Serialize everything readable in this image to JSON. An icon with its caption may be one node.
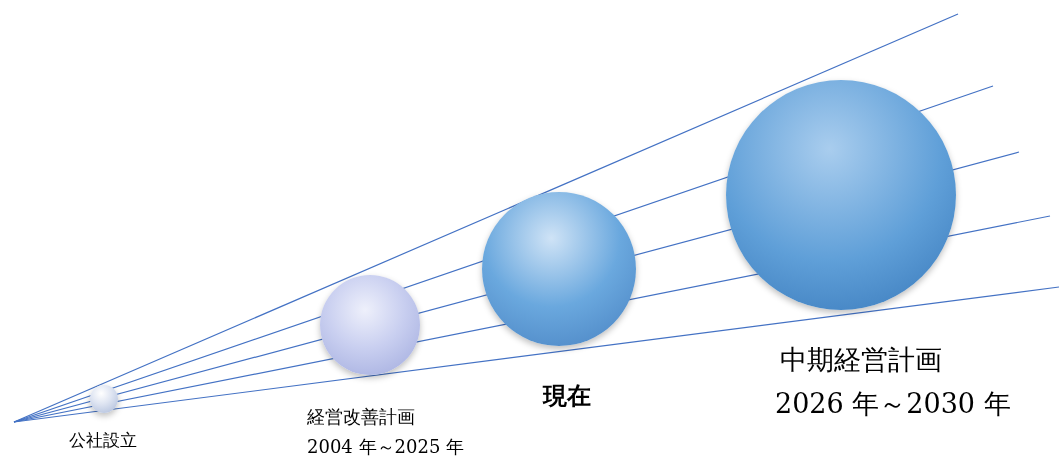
{
  "diagram": {
    "nodes": [
      {
        "text": [],
        "shape": "circle",
        "beside": [
          "公社設立"
        ]
      },
      {
        "text": [],
        "shape": "circle",
        "beside": [
          "経営改善計画",
          "2004 年～2025 年"
        ]
      },
      {
        "text": [],
        "shape": "circle",
        "beside": [
          "現在"
        ]
      },
      {
        "text": [],
        "shape": "circle",
        "beside": [
          "中期経営計画",
          "2026 年～2030 年"
        ]
      }
    ]
  }
}
